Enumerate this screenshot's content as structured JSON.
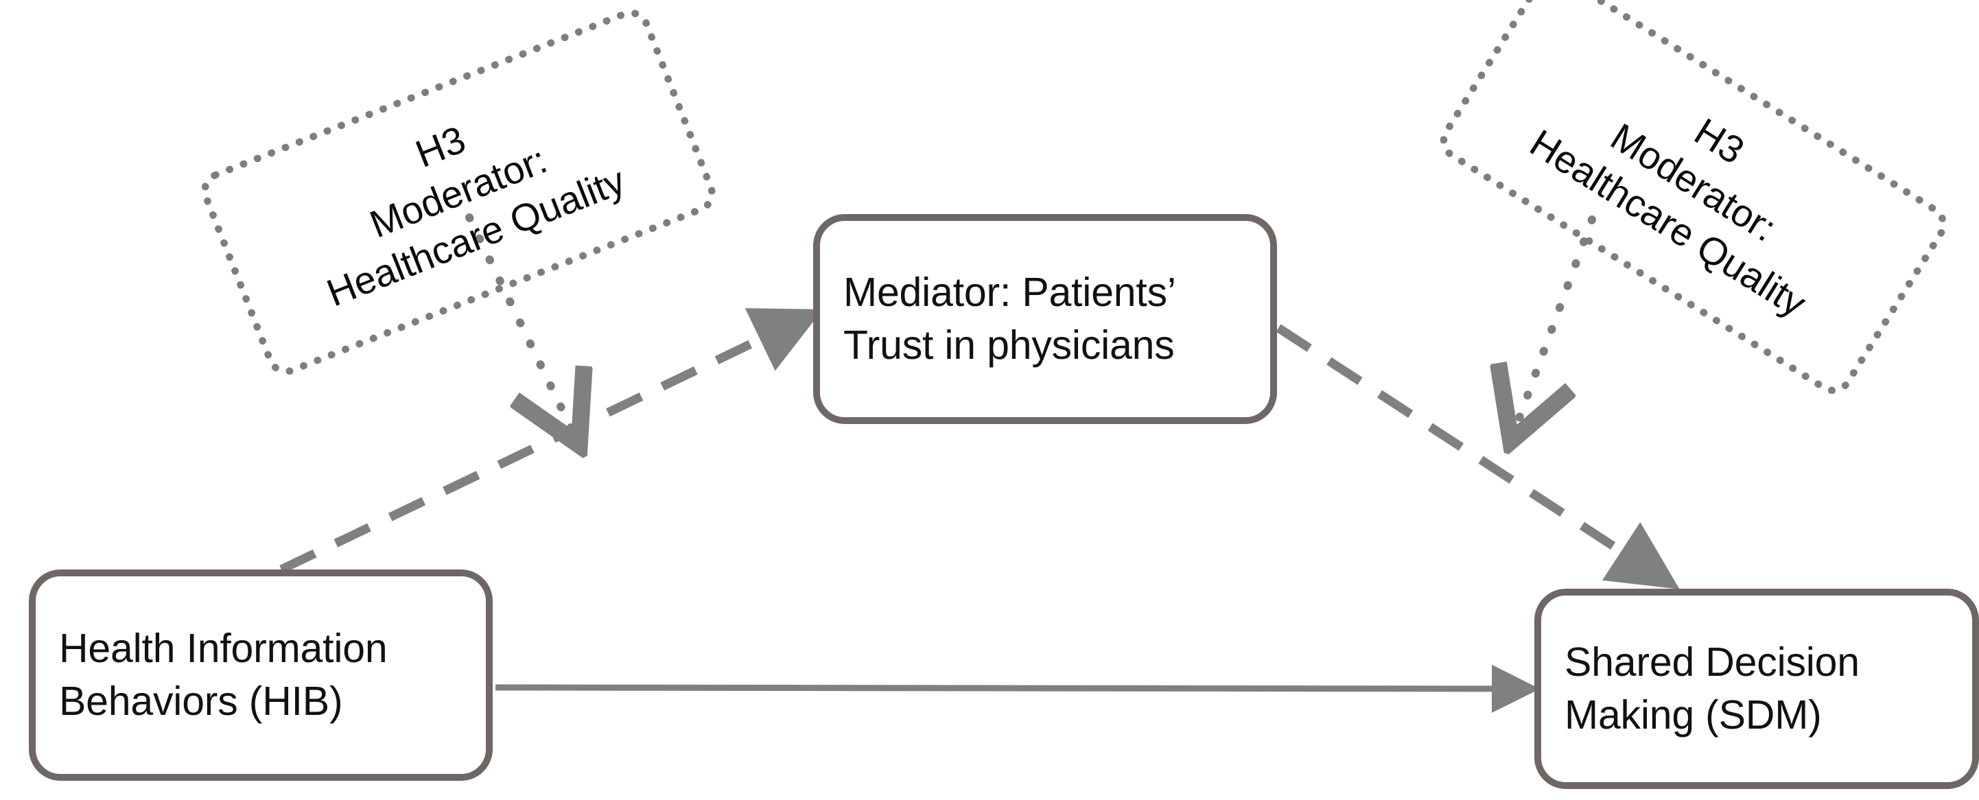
{
  "diagram": {
    "title": "Conceptual research model: Health Information Behaviors, Patients' Trust, and Shared Decision Making",
    "stroke_color": "#6f6765",
    "dotted_color": "#7e7e7e",
    "background": "#ffffff",
    "nodes": {
      "mediator": {
        "label": "Mediator: Patients’\nTrust in physicians",
        "shape": "rounded-rectangle",
        "line_style": "solid"
      },
      "hib": {
        "label": "Health Information\nBehaviors (HIB)",
        "shape": "rounded-rectangle",
        "line_style": "solid"
      },
      "sdm": {
        "label": "Shared Decision\nMaking (SDM)",
        "shape": "rounded-rectangle",
        "line_style": "solid"
      },
      "moderator_left": {
        "label": "H3\nModerator:\nHealthcare Quality",
        "shape": "rounded-rectangle",
        "line_style": "dotted",
        "rotation_deg": -21.5
      },
      "moderator_right": {
        "label": "H3\nModerator:\nHealthcare Quality",
        "shape": "rounded-rectangle",
        "line_style": "dotted",
        "rotation_deg": 32
      }
    },
    "edges": [
      {
        "name": "hib-to-mediator",
        "from": "hib",
        "to": "mediator",
        "line_style": "dashed",
        "arrowhead": "filled-triangle"
      },
      {
        "name": "mediator-to-sdm",
        "from": "mediator",
        "to": "sdm",
        "line_style": "dashed",
        "arrowhead": "filled-triangle"
      },
      {
        "name": "hib-to-sdm",
        "from": "hib",
        "to": "sdm",
        "line_style": "solid",
        "arrowhead": "filled-triangle"
      },
      {
        "name": "moderator-left-to-hib-mediator-path",
        "from": "moderator_left",
        "to": "hib-to-mediator",
        "line_style": "dotted",
        "arrowhead": "open-v"
      },
      {
        "name": "moderator-right-to-mediator-sdm-path",
        "from": "moderator_right",
        "to": "mediator-to-sdm",
        "line_style": "dotted",
        "arrowhead": "open-v"
      }
    ]
  }
}
